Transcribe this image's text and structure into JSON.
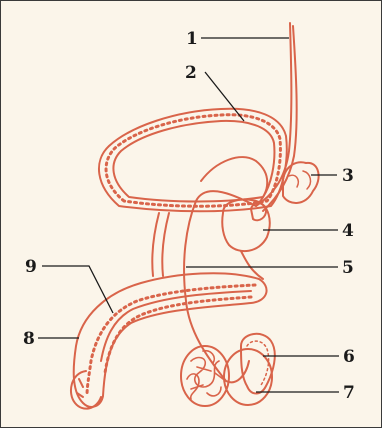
{
  "colors": {
    "background": "#fbf5ea",
    "organ_stroke": "#d9644a",
    "leader_line": "#1a1a1a",
    "label_text": "#1a1a1a"
  },
  "labels": [
    "1",
    "2",
    "3",
    "4",
    "5",
    "6",
    "7",
    "8",
    "9"
  ]
}
